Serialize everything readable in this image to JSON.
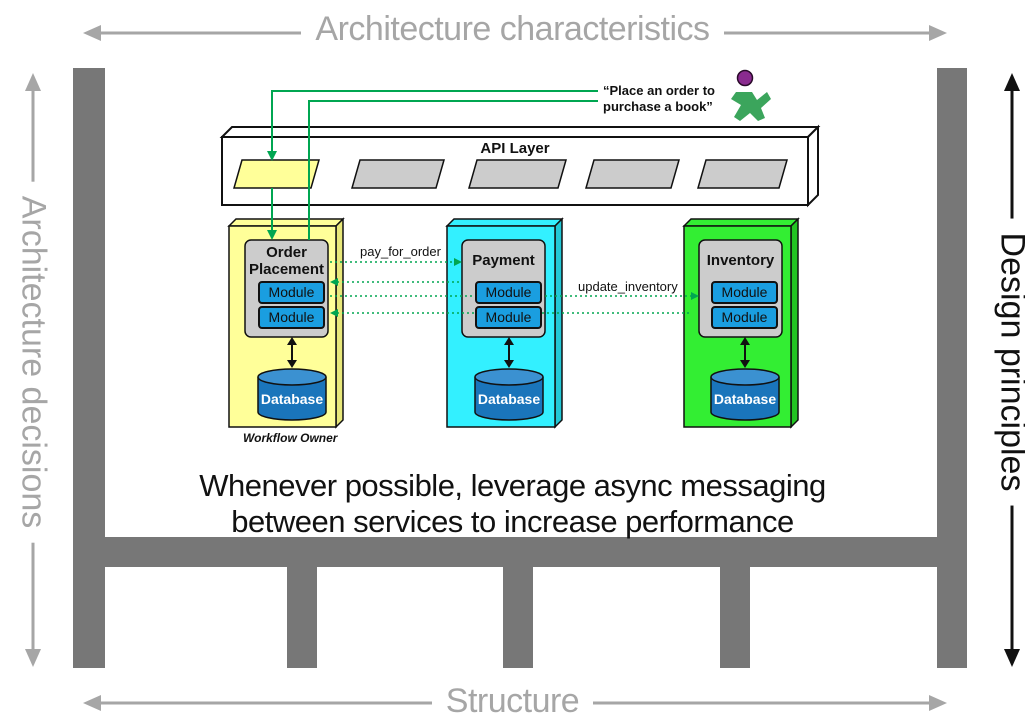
{
  "labels": {
    "top": "Architecture characteristics",
    "bottom": "Structure",
    "left": "Architecture decisions",
    "right": "Design principles"
  },
  "diagram": {
    "api_layer": "API Layer",
    "quote": [
      "“Place an order to",
      "purchase a book”"
    ],
    "services": [
      {
        "title_lines": [
          "Order",
          "Placement"
        ],
        "modules": [
          "Module",
          "Module"
        ],
        "database": "Database",
        "color": "#ffff99"
      },
      {
        "title_lines": [
          "Payment"
        ],
        "modules": [
          "Module",
          "Module"
        ],
        "database": "Database",
        "color": "#33f0ff"
      },
      {
        "title_lines": [
          "Inventory"
        ],
        "modules": [
          "Module",
          "Module"
        ],
        "database": "Database",
        "color": "#33ee33"
      }
    ],
    "messages": [
      "pay_for_order",
      "update_inventory"
    ],
    "owner_label": "Workflow Owner"
  },
  "principle": [
    "Whenever possible, leverage async messaging",
    "between services  to increase performance"
  ],
  "colors": {
    "structure_gray": "#777777",
    "label_gray": "#a6a6a6",
    "arrow_green": "#00a651",
    "db_blue": "#1a75bb",
    "module_blue": "#1a9ee0",
    "api_highlight": "#ffff99"
  }
}
